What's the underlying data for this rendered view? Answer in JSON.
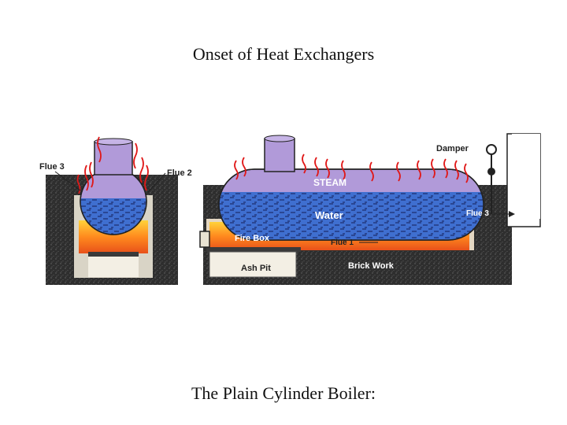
{
  "title": "Onset of Heat Exchangers",
  "caption": "The Plain Cylinder Boiler:",
  "labels": {
    "flue3_left": "Flue 3",
    "flue2": "Flue 2",
    "damper": "Damper",
    "steam": "STEAM",
    "water": "Water",
    "fire_box": "Fire Box",
    "flue1": "Flue 1",
    "flue3_right": "Flue 3",
    "ash_pit": "Ash Pit",
    "brick_work": "Brick Work"
  },
  "colors": {
    "brick": "#2e2e2e",
    "steam": "#b19ad9",
    "water": "#3f6fd0",
    "fire": "#ff7a1f",
    "ash": "#f3efe4",
    "heat_lines": "#e01818"
  }
}
